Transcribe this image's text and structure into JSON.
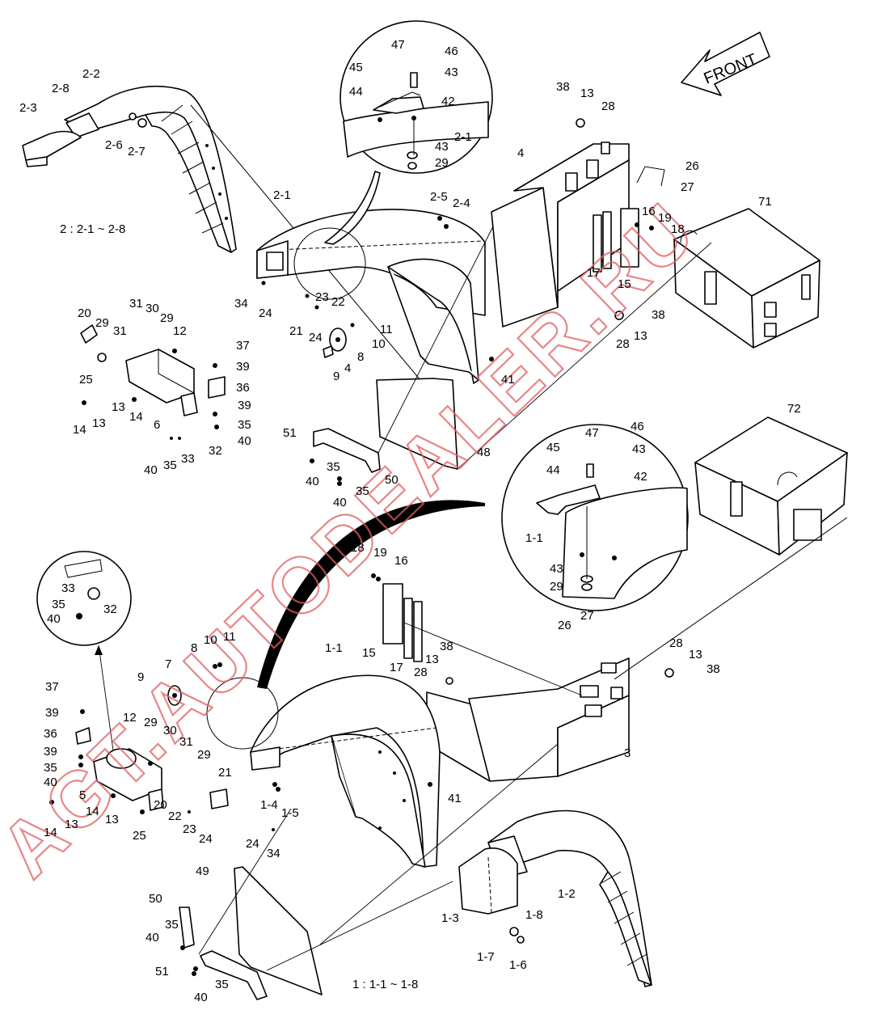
{
  "notes": {
    "group2": "2 : 2-1 ~ 2-8",
    "group1": "1 : 1-1 ~ 1-8"
  },
  "direction": "FRONT",
  "watermark": "AGT.AUTODEALER.RU",
  "labels": [
    {
      "id": "l-2-2",
      "text": "2-2"
    },
    {
      "id": "l-2-8",
      "text": "2-8"
    },
    {
      "id": "l-2-3",
      "text": "2-3"
    },
    {
      "id": "l-2-6",
      "text": "2-6"
    },
    {
      "id": "l-2-7",
      "text": "2-7"
    },
    {
      "id": "l-2-1a",
      "text": "2-1"
    },
    {
      "id": "l-2-5",
      "text": "2-5"
    },
    {
      "id": "l-2-4",
      "text": "2-4"
    },
    {
      "id": "l-34a",
      "text": "34"
    },
    {
      "id": "l-24a",
      "text": "24"
    },
    {
      "id": "l-21a",
      "text": "21"
    },
    {
      "id": "l-23a",
      "text": "23"
    },
    {
      "id": "l-22a",
      "text": "22"
    },
    {
      "id": "l-24b",
      "text": "24"
    },
    {
      "id": "l-11a",
      "text": "11"
    },
    {
      "id": "l-10a",
      "text": "10"
    },
    {
      "id": "l-8a",
      "text": "8"
    },
    {
      "id": "l-9a",
      "text": "9"
    },
    {
      "id": "l-4a",
      "text": "4"
    },
    {
      "id": "l-47a",
      "text": "47"
    },
    {
      "id": "l-46a",
      "text": "46"
    },
    {
      "id": "l-45a",
      "text": "45"
    },
    {
      "id": "l-43a",
      "text": "43"
    },
    {
      "id": "l-44a",
      "text": "44"
    },
    {
      "id": "l-42a",
      "text": "42"
    },
    {
      "id": "l-2-1b",
      "text": "2-1"
    },
    {
      "id": "l-43b",
      "text": "43"
    },
    {
      "id": "l-29a",
      "text": "29"
    },
    {
      "id": "l-38a",
      "text": "38"
    },
    {
      "id": "l-13a",
      "text": "13"
    },
    {
      "id": "l-28a",
      "text": "28"
    },
    {
      "id": "l-4b",
      "text": "4"
    },
    {
      "id": "l-26a",
      "text": "26"
    },
    {
      "id": "l-27a",
      "text": "27"
    },
    {
      "id": "l-71",
      "text": "71"
    },
    {
      "id": "l-16a",
      "text": "16"
    },
    {
      "id": "l-19a",
      "text": "19"
    },
    {
      "id": "l-18a",
      "text": "18"
    },
    {
      "id": "l-17a",
      "text": "17"
    },
    {
      "id": "l-15a",
      "text": "15"
    },
    {
      "id": "l-38b",
      "text": "38"
    },
    {
      "id": "l-13b",
      "text": "13"
    },
    {
      "id": "l-28b",
      "text": "28"
    },
    {
      "id": "l-41a",
      "text": "41"
    },
    {
      "id": "l-31a",
      "text": "31"
    },
    {
      "id": "l-30a",
      "text": "30"
    },
    {
      "id": "l-29b",
      "text": "29"
    },
    {
      "id": "l-20a",
      "text": "20"
    },
    {
      "id": "l-29c",
      "text": "29"
    },
    {
      "id": "l-31b",
      "text": "31"
    },
    {
      "id": "l-12a",
      "text": "12"
    },
    {
      "id": "l-37a",
      "text": "37"
    },
    {
      "id": "l-39a",
      "text": "39"
    },
    {
      "id": "l-36a",
      "text": "36"
    },
    {
      "id": "l-25a",
      "text": "25"
    },
    {
      "id": "l-39b",
      "text": "39"
    },
    {
      "id": "l-35a",
      "text": "35"
    },
    {
      "id": "l-40a",
      "text": "40"
    },
    {
      "id": "l-13c",
      "text": "13"
    },
    {
      "id": "l-14a",
      "text": "14"
    },
    {
      "id": "l-14b",
      "text": "14"
    },
    {
      "id": "l-13d",
      "text": "13"
    },
    {
      "id": "l-6",
      "text": "6"
    },
    {
      "id": "l-32a",
      "text": "32"
    },
    {
      "id": "l-40b",
      "text": "40"
    },
    {
      "id": "l-35b",
      "text": "35"
    },
    {
      "id": "l-33a",
      "text": "33"
    },
    {
      "id": "l-51a",
      "text": "51"
    },
    {
      "id": "l-35c",
      "text": "35"
    },
    {
      "id": "l-40c",
      "text": "40"
    },
    {
      "id": "l-50a",
      "text": "50"
    },
    {
      "id": "l-35d",
      "text": "35"
    },
    {
      "id": "l-40d",
      "text": "40"
    },
    {
      "id": "l-48",
      "text": "48"
    },
    {
      "id": "l-72",
      "text": "72"
    },
    {
      "id": "l-47b",
      "text": "47"
    },
    {
      "id": "l-46b",
      "text": "46"
    },
    {
      "id": "l-45b",
      "text": "45"
    },
    {
      "id": "l-43c",
      "text": "43"
    },
    {
      "id": "l-44b",
      "text": "44"
    },
    {
      "id": "l-42b",
      "text": "42"
    },
    {
      "id": "l-1-1a",
      "text": "1-1"
    },
    {
      "id": "l-43d",
      "text": "43"
    },
    {
      "id": "l-29d",
      "text": "29"
    },
    {
      "id": "l-18b",
      "text": "18"
    },
    {
      "id": "l-19b",
      "text": "19"
    },
    {
      "id": "l-16b",
      "text": "16"
    },
    {
      "id": "l-15b",
      "text": "15"
    },
    {
      "id": "l-17b",
      "text": "17"
    },
    {
      "id": "l-13e",
      "text": "13"
    },
    {
      "id": "l-38c",
      "text": "38"
    },
    {
      "id": "l-28c",
      "text": "28"
    },
    {
      "id": "l-26b",
      "text": "26"
    },
    {
      "id": "l-27b",
      "text": "27"
    },
    {
      "id": "l-28d",
      "text": "28"
    },
    {
      "id": "l-13f",
      "text": "13"
    },
    {
      "id": "l-38d",
      "text": "38"
    },
    {
      "id": "l-3",
      "text": "3"
    },
    {
      "id": "l-33b",
      "text": "33"
    },
    {
      "id": "l-35e",
      "text": "35"
    },
    {
      "id": "l-32b",
      "text": "32"
    },
    {
      "id": "l-40e",
      "text": "40"
    },
    {
      "id": "l-8b",
      "text": "8"
    },
    {
      "id": "l-10b",
      "text": "10"
    },
    {
      "id": "l-11b",
      "text": "11"
    },
    {
      "id": "l-1-1b",
      "text": "1-1"
    },
    {
      "id": "l-9b",
      "text": "9"
    },
    {
      "id": "l-7",
      "text": "7"
    },
    {
      "id": "l-37b",
      "text": "37"
    },
    {
      "id": "l-39c",
      "text": "39"
    },
    {
      "id": "l-12b",
      "text": "12"
    },
    {
      "id": "l-29e",
      "text": "29"
    },
    {
      "id": "l-30b",
      "text": "30"
    },
    {
      "id": "l-36b",
      "text": "36"
    },
    {
      "id": "l-39d",
      "text": "39"
    },
    {
      "id": "l-31c",
      "text": "31"
    },
    {
      "id": "l-35f",
      "text": "35"
    },
    {
      "id": "l-29f",
      "text": "29"
    },
    {
      "id": "l-40f",
      "text": "40"
    },
    {
      "id": "l-21b",
      "text": "21"
    },
    {
      "id": "l-5",
      "text": "5"
    },
    {
      "id": "l-20b",
      "text": "20"
    },
    {
      "id": "l-14c",
      "text": "14"
    },
    {
      "id": "l-13g",
      "text": "13"
    },
    {
      "id": "l-13h",
      "text": "13"
    },
    {
      "id": "l-22b",
      "text": "22"
    },
    {
      "id": "l-23b",
      "text": "23"
    },
    {
      "id": "l-24c",
      "text": "24"
    },
    {
      "id": "l-14d",
      "text": "14"
    },
    {
      "id": "l-25b",
      "text": "25"
    },
    {
      "id": "l-1-4",
      "text": "1-4"
    },
    {
      "id": "l-1-5",
      "text": "1-5"
    },
    {
      "id": "l-41b",
      "text": "41"
    },
    {
      "id": "l-24d",
      "text": "24"
    },
    {
      "id": "l-34b",
      "text": "34"
    },
    {
      "id": "l-49",
      "text": "49"
    },
    {
      "id": "l-50b",
      "text": "50"
    },
    {
      "id": "l-35g",
      "text": "35"
    },
    {
      "id": "l-40g",
      "text": "40"
    },
    {
      "id": "l-51b",
      "text": "51"
    },
    {
      "id": "l-35h",
      "text": "35"
    },
    {
      "id": "l-40h",
      "text": "40"
    },
    {
      "id": "l-1-3",
      "text": "1-3"
    },
    {
      "id": "l-1-8",
      "text": "1-8"
    },
    {
      "id": "l-1-2",
      "text": "1-2"
    },
    {
      "id": "l-1-7",
      "text": "1-7"
    },
    {
      "id": "l-1-6",
      "text": "1-6"
    }
  ]
}
